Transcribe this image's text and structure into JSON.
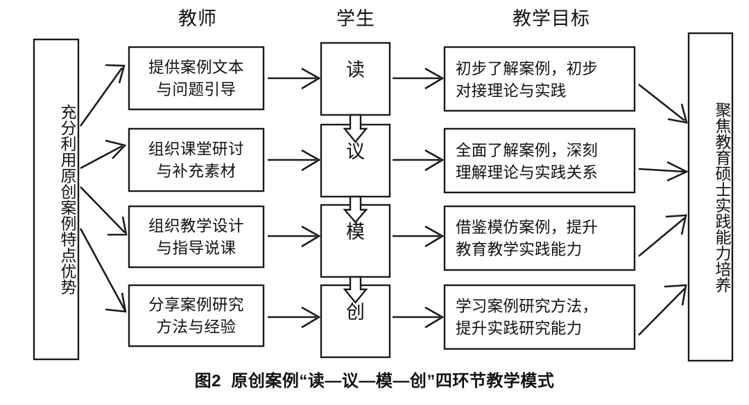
{
  "figure": {
    "caption": "图2  原创案例“读—议—模—创”四环节教学模式",
    "headers": {
      "teacher": "教师",
      "student": "学生",
      "goal": "教学目标"
    },
    "source_box": {
      "label": "充分利用原创案例特点优势"
    },
    "outcome_box": {
      "label": "聚焦教育硕士实践能力培养"
    },
    "rows": [
      {
        "teacher_line1": "提供案例文本",
        "teacher_line2": "与问题引导",
        "stage": "读",
        "goal_line1": "初步了解案例，初步",
        "goal_line2": "对接理论与实践"
      },
      {
        "teacher_line1": "组织课堂研讨",
        "teacher_line2": "与补充素材",
        "stage": "议",
        "goal_line1": "全面了解案例，深刻",
        "goal_line2": "理解理论与实践关系"
      },
      {
        "teacher_line1": "组织教学设计",
        "teacher_line2": "与指导说课",
        "stage": "模",
        "goal_line1": "借鉴模仿案例，提升",
        "goal_line2": "教育教学实践能力"
      },
      {
        "teacher_line1": "分享案例研究",
        "teacher_line2": "方法与经验",
        "stage": "创",
        "goal_line1": "学习案例研究方法，",
        "goal_line2": "提升实践研究能力"
      }
    ],
    "colors": {
      "stroke": "#1a1a1a",
      "background": "#ffffff",
      "text": "#111111"
    }
  }
}
